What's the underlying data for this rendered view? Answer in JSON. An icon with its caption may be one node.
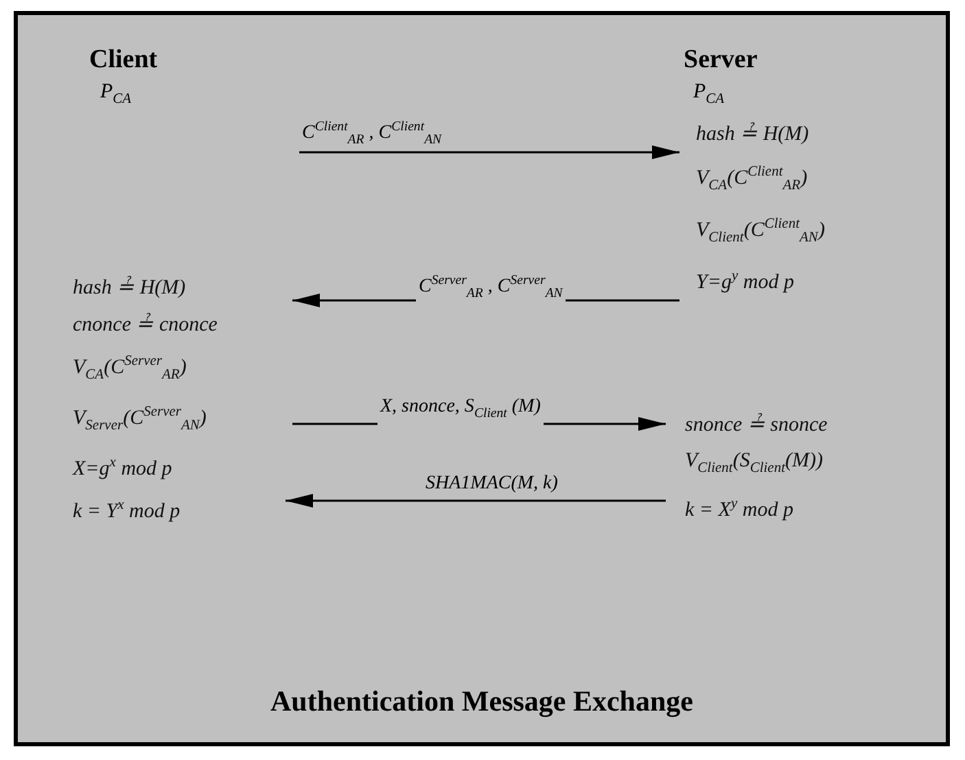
{
  "diagram": {
    "title": "Authentication Message Exchange",
    "nodes": [
      {
        "text": [
          "hash ≟ H(M)",
          "V$_{CA}$(C$^{Client}$$_{AR}$)",
          "V$_{Client}$(C$^{Client}$$_{AN}$)",
          "Y=g$^{y}$ mod p"
        ]
      },
      {
        "text": [
          "hash ≟ H(M)",
          "cnonce ≟ cnonce",
          "V$_{CA}$(C$^{Server}$$_{AR}$)",
          "V$_{Server}$(C$^{Server}$$_{AN}$)",
          "X=g$^{x}$ mod p",
          "k = Y$^{x}$ mod p"
        ]
      },
      {
        "text": [
          "snonce ≟ snonce",
          "V$_{Client}$(S$_{Client}$(M))",
          "k = X$^{y}$ mod p"
        ]
      }
    ],
    "edges": [
      {
        "from": null,
        "to": 0,
        "arrow": "to",
        "label": "C$^{Client}$$_{AR}$ , C$^{Client}$$_{AN}$"
      },
      {
        "from": 0,
        "to": 1,
        "arrow": "to",
        "label": "C$^{Server}$$_{AR}$ , C$^{Server}$$_{AN}$"
      },
      {
        "from": 1,
        "to": 2,
        "arrow": "to",
        "label": "X, snonce, S$_{Client}$ (M)"
      },
      {
        "from": 2,
        "to": null,
        "arrow": "to",
        "label": "SHA1MAC(M, k)"
      }
    ],
    "labels": [
      "Client",
      "P$_{CA}$",
      "Server",
      "P$_{CA}$"
    ]
  }
}
